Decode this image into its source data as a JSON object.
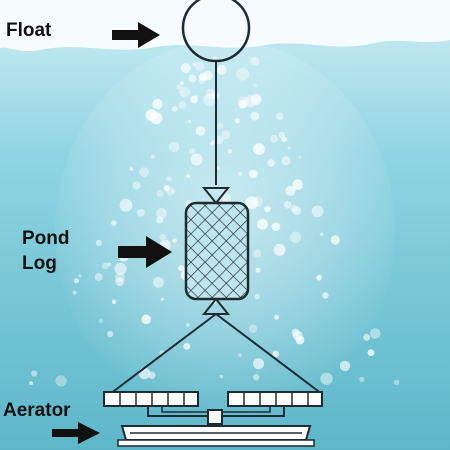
{
  "labels": {
    "float": "Float",
    "pond_log": [
      "Pond",
      "Log"
    ],
    "aerator": "Aerator"
  },
  "colors": {
    "water_top": "#c9ecf2",
    "water_mid": "#7fcfde",
    "water_bottom": "#5bb5c7",
    "surface": "#f6fbfd",
    "outline": "#1d2b33",
    "arrow": "#111111"
  }
}
